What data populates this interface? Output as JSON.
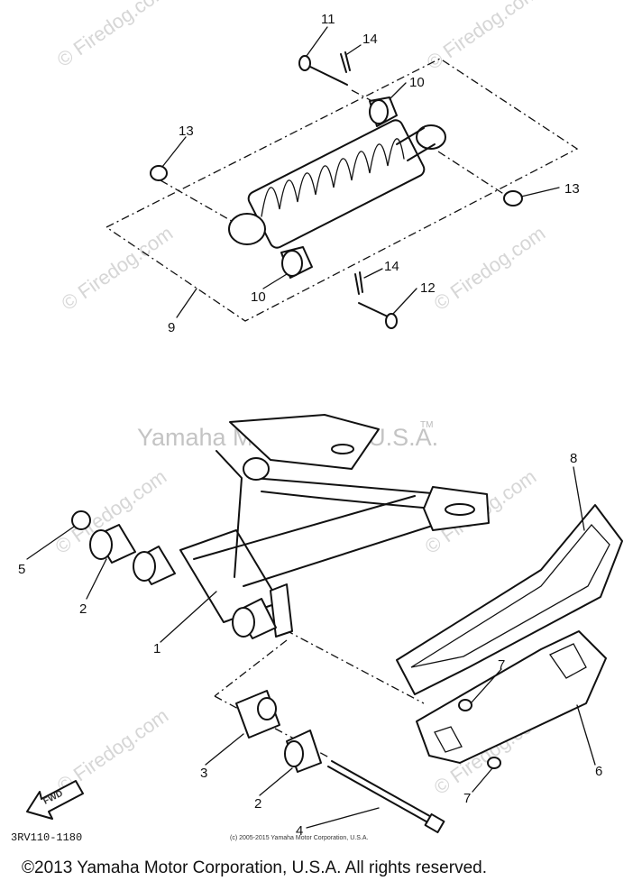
{
  "watermarks": {
    "firedog": "© Firedog.com",
    "brand": "Yamaha Motor Corp, U.S.A.",
    "tm": "TM"
  },
  "labels": {
    "p1": "1",
    "p2a": "2",
    "p2b": "2",
    "p3": "3",
    "p4": "4",
    "p5": "5",
    "p6": "6",
    "p7a": "7",
    "p7b": "7",
    "p8": "8",
    "p9": "9",
    "p10a": "10",
    "p10b": "10",
    "p11": "11",
    "p12": "12",
    "p13a": "13",
    "p13b": "13",
    "p14a": "14",
    "p14b": "14"
  },
  "fwd": "FWD",
  "diagram_code": "3RV110-1180",
  "small_copyright": "(c) 2005-2015 Yamaha Motor Corporation, U.S.A.",
  "footer": "©2013 Yamaha Motor Corporation, U.S.A. All rights reserved.",
  "colors": {
    "ink": "#111111",
    "watermark": "#c4c4c4"
  }
}
